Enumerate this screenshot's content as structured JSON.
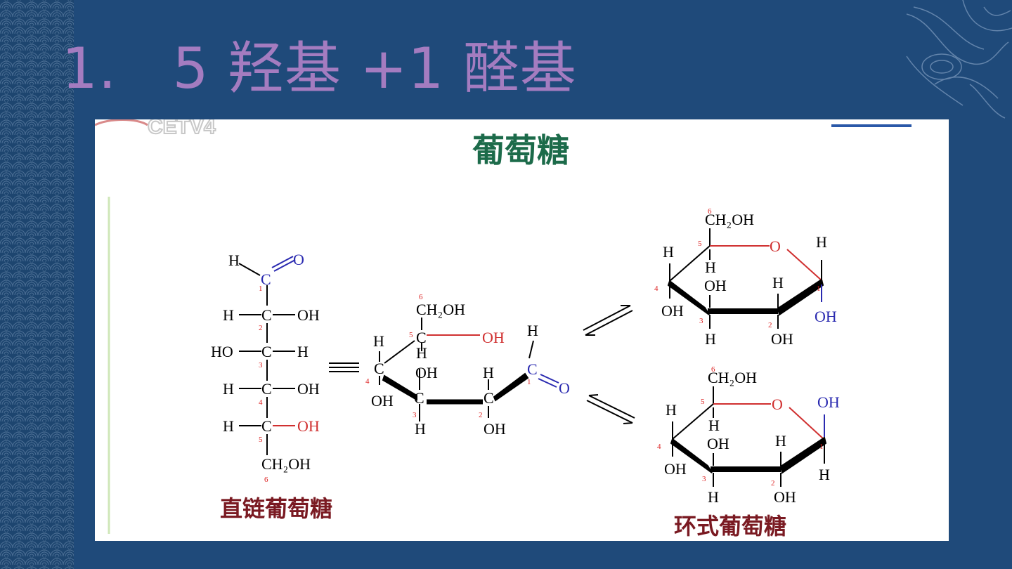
{
  "slide": {
    "title": "1.   5 羟基 +1 醛基"
  },
  "panel": {
    "watermark": "CETV4",
    "heading": "葡萄糖",
    "caption_linear": "直链葡萄糖",
    "caption_cyclic": "环式葡萄糖"
  },
  "colors": {
    "background": "#1f4a7a",
    "title": "#a47cc0",
    "heading": "#1c6b4a",
    "caption": "#7a1a22",
    "carbon_number": "#dd2222",
    "carbonyl": "#2a2ab0",
    "ring_oxygen_bond": "#d03030"
  }
}
